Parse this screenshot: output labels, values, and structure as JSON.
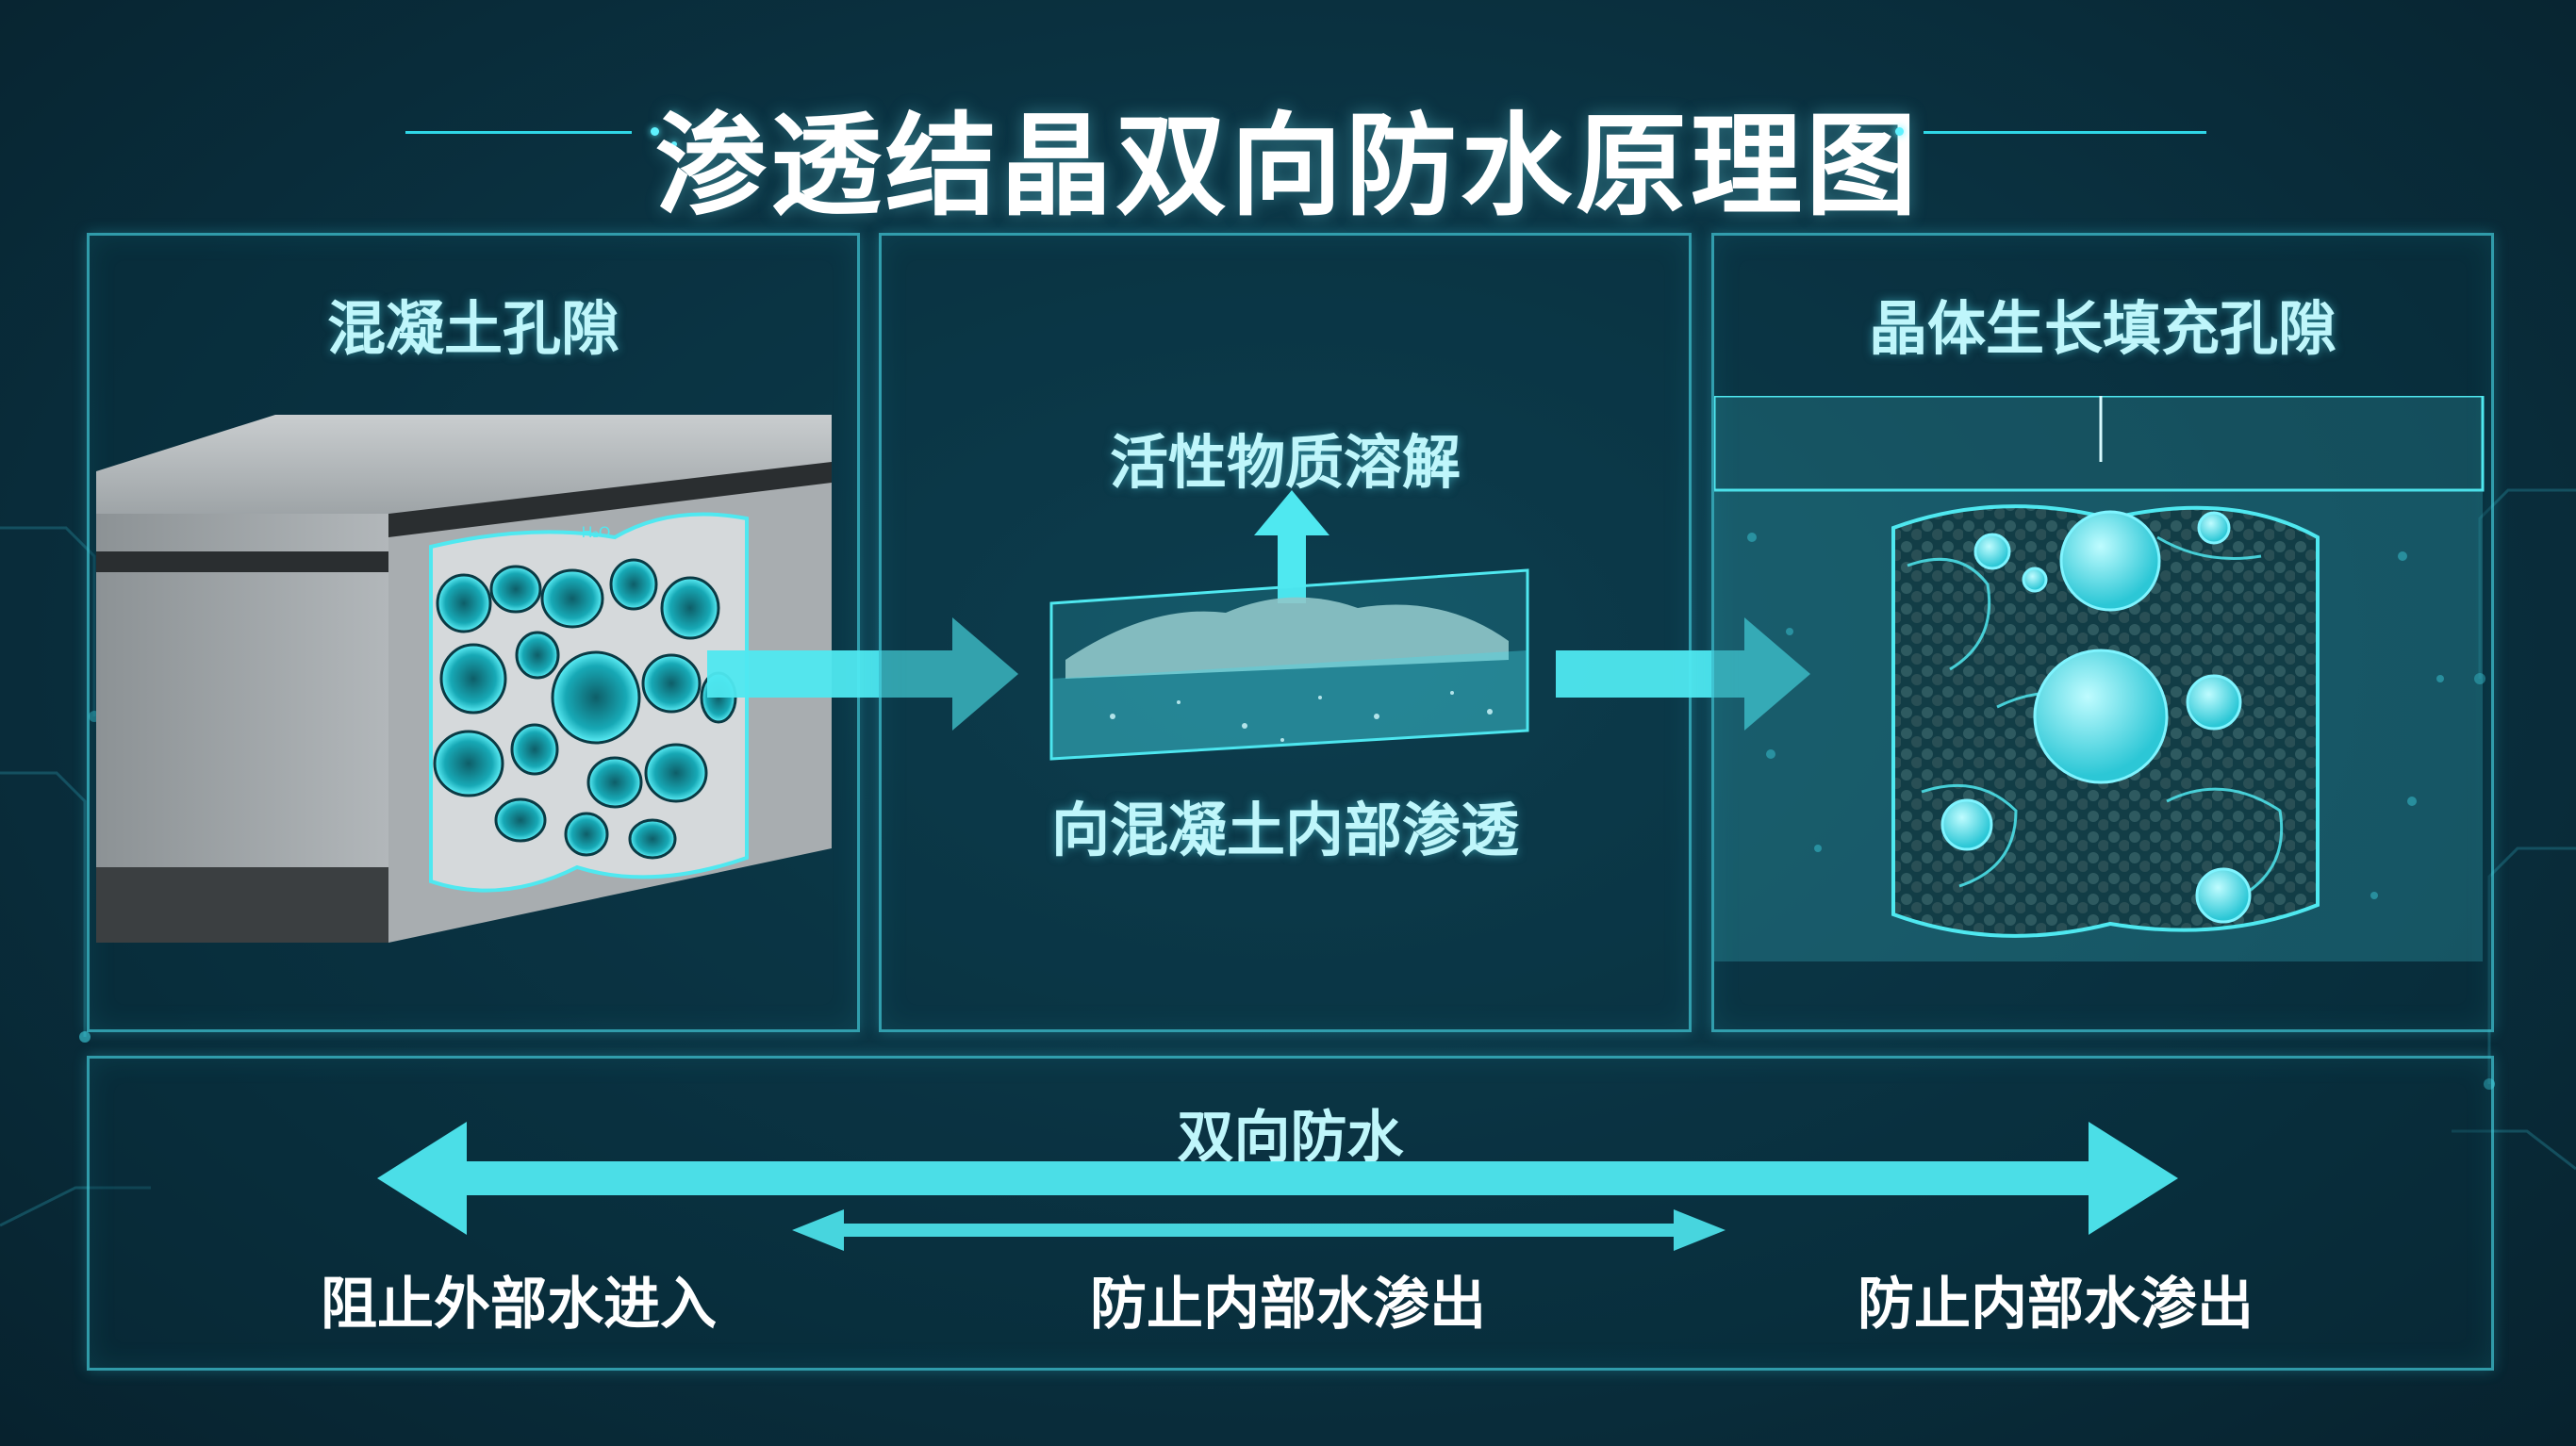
{
  "title": "渗透结晶双向防水原理图",
  "panels": {
    "left": {
      "label": "混凝土孔隙",
      "tag": "H₂O"
    },
    "middle": {
      "top_label": "活性物质溶解",
      "bottom_label": "向混凝土内部渗透"
    },
    "right": {
      "label": "晶体生长填充孔隙"
    }
  },
  "bottom": {
    "title": "双向防水",
    "labels": [
      "阻止外部水进入",
      "防止内部水渗出",
      "防止内部水渗出"
    ]
  },
  "colors": {
    "accent": "#4fe8f0",
    "background": "#0a3140",
    "panel_border": "#46d7e6",
    "concrete": "#9aa0a3"
  }
}
